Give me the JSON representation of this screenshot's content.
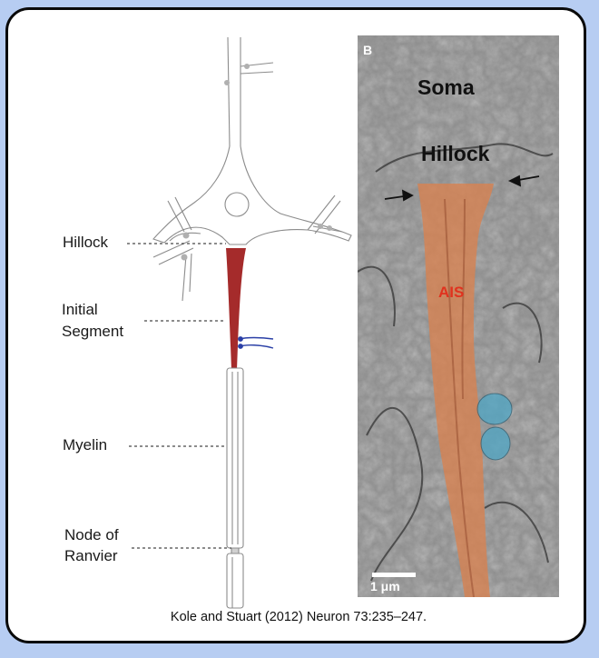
{
  "labels": {
    "hillock": "Hillock",
    "initial_segment": [
      "Initial",
      "Segment"
    ],
    "myelin": "Myelin",
    "node_of_ranvier": [
      "Node of",
      "Ranvier"
    ]
  },
  "micrograph": {
    "panel_letter": "B",
    "soma": "Soma",
    "hillock": "Hillock",
    "ais": "AIS",
    "scale_bar": "1 μm"
  },
  "citation": "Kole and Stuart (2012) Neuron 73:235–247.",
  "colors": {
    "frame_background": "#b7cdf2",
    "axon_initial_segment": "#a52b2b",
    "spine_synapse": "#2a3fa6",
    "ais_overlay": "#d9824f",
    "bouton_overlay": "#4fa7c6"
  }
}
